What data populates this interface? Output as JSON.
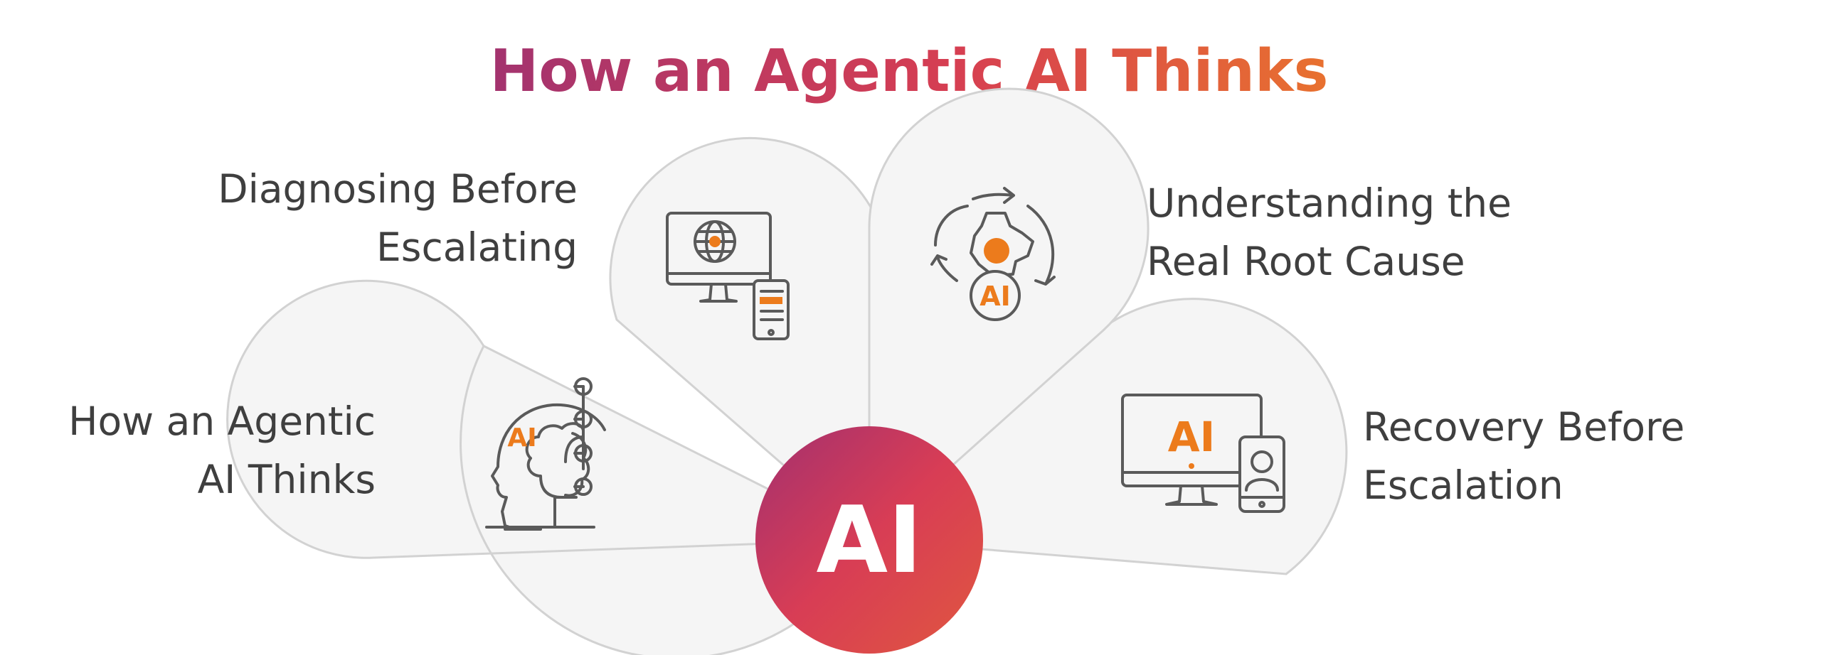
{
  "title": "How an Agentic AI Thinks",
  "colors": {
    "gradient_start": "#a3336f",
    "gradient_mid": "#d63e52",
    "gradient_end": "#e8712f",
    "icon_stroke": "#5a5a5a",
    "accent_orange": "#ec7b1c",
    "label_text": "#3f3f3f",
    "petal_fill": "#f5f5f5",
    "petal_stroke": "#d2d2d2"
  },
  "center": {
    "label": "AI"
  },
  "petals": [
    {
      "id": "left",
      "icon": "brain-circuit-icon",
      "icon_text": "AI",
      "label_lines": [
        "How an Agentic",
        "AI Thinks"
      ]
    },
    {
      "id": "upper-left",
      "icon": "monitor-globe-phone-icon",
      "label_lines": [
        "Diagnosing Before",
        "Escalating"
      ]
    },
    {
      "id": "upper-right",
      "icon": "gear-cycle-icon",
      "icon_text": "AI",
      "label_lines": [
        "Understanding the",
        "Real Root Cause"
      ]
    },
    {
      "id": "right",
      "icon": "monitor-phone-user-icon",
      "icon_text": "AI",
      "label_lines": [
        "Recovery Before",
        "Escalation"
      ]
    }
  ]
}
